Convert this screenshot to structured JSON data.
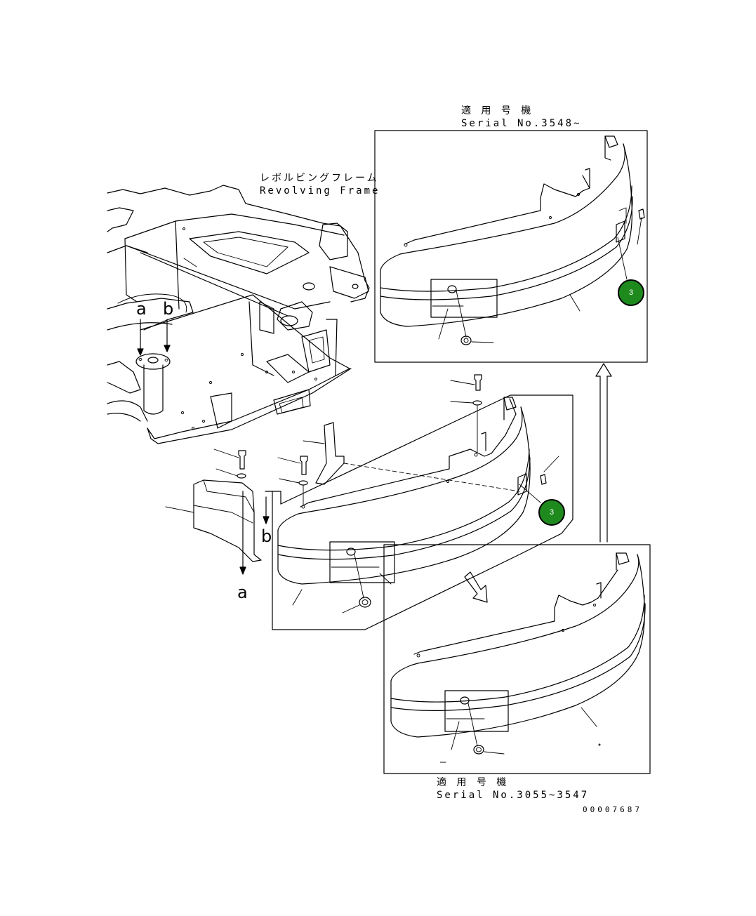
{
  "upper_inset": {
    "title_jp": "適 用 号 機",
    "title_en": "Serial No.3548~"
  },
  "lower_inset": {
    "title_jp": "適 用 号 機",
    "title_en": "Serial No.3055~3547"
  },
  "frame_label": {
    "jp": "レボルビングフレーム",
    "en": "Revolving Frame"
  },
  "view_letters": {
    "a": "a",
    "b": "b"
  },
  "callouts": {
    "upper": "3",
    "main": "3"
  },
  "drawing_number": "00007687",
  "dash_mark": "–",
  "colors": {
    "callout_fill": "#1e8a1e",
    "line": "#000000",
    "background": "#ffffff"
  }
}
